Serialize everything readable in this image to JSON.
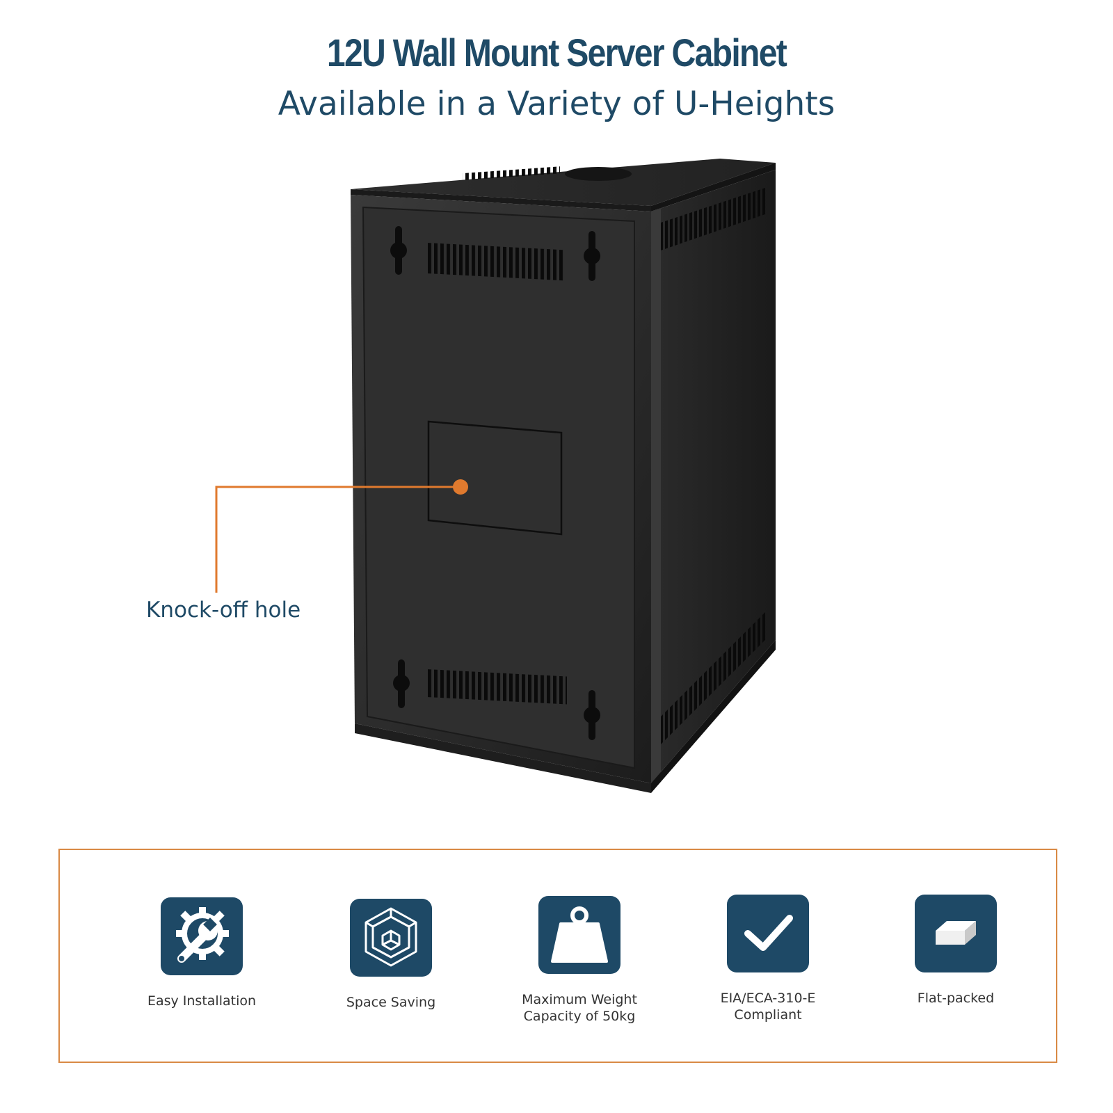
{
  "header": {
    "title": "12U Wall Mount Server Cabinet",
    "subtitle": "Available in a Variety of U-Heights"
  },
  "callout": {
    "label": "Knock-off hole",
    "color": "#e07a2e"
  },
  "colors": {
    "brand": "#1f4a66",
    "icon_bg": "#1e4966",
    "box_border": "#d98a45"
  },
  "features": [
    {
      "label": "Easy Installation",
      "icon": "wrench-gear-icon"
    },
    {
      "label": "Space Saving",
      "icon": "cube-icon"
    },
    {
      "label": "Maximum Weight Capacity of 50kg",
      "icon": "weight-icon"
    },
    {
      "label": "EIA/ECA-310-E Compliant",
      "icon": "checkmark-icon"
    },
    {
      "label": "Flat-packed",
      "icon": "flat-pack-icon"
    }
  ]
}
